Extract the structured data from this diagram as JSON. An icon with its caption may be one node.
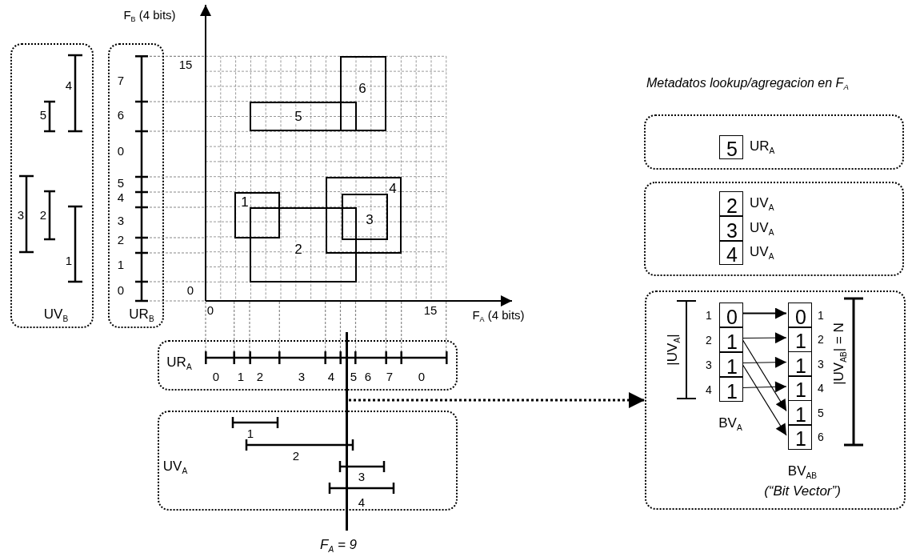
{
  "diagram": {
    "title": "Metadatos lookup/agregacion en F$_{A}$",
    "nodes": [
      {
        "text": [
          "UV$_{B}$"
        ]
      },
      {
        "text": [
          "UR$_{B}$"
        ]
      },
      {
        "text": [
          "6"
        ]
      },
      {
        "text": [
          "5"
        ]
      },
      {
        "text": [
          "4"
        ]
      },
      {
        "text": [
          "1"
        ]
      },
      {
        "text": [
          "3"
        ],
        "in": 4
      },
      {
        "text": [
          "2"
        ]
      },
      {
        "text": [
          "UR$_{A}$"
        ]
      },
      {
        "text": [
          "UV$_{A}$"
        ]
      },
      {
        "text": [],
        "shape": "box"
      },
      {
        "text": [
          "5"
        ],
        "in": 10,
        "beside": [
          "UR$_{A}$"
        ]
      },
      {
        "text": [],
        "shape": "box"
      },
      {
        "text": [
          "2"
        ],
        "in": 12,
        "beside": [
          "UV$_{A}$"
        ]
      },
      {
        "text": [
          "3"
        ],
        "in": 12,
        "beside": [
          "UV$_{A}$"
        ]
      },
      {
        "text": [
          "4"
        ],
        "in": 12,
        "beside": [
          "UV$_{A}$"
        ]
      },
      {
        "text": [],
        "shape": "box"
      },
      {
        "text": [
          "0"
        ],
        "in": 16,
        "beside": [
          "1"
        ]
      },
      {
        "text": [
          "1"
        ],
        "in": 16,
        "beside": [
          "2"
        ]
      },
      {
        "text": [
          "1"
        ],
        "in": 16,
        "beside": [
          "3"
        ]
      },
      {
        "text": [
          "1"
        ],
        "in": 16,
        "beside": [
          "4"
        ]
      },
      {
        "text": [
          "0"
        ],
        "in": 16,
        "beside": [
          "1"
        ]
      },
      {
        "text": [
          "1"
        ],
        "in": 16,
        "beside": [
          "2"
        ]
      },
      {
        "text": [
          "1"
        ],
        "in": 16,
        "beside": [
          "3"
        ]
      },
      {
        "text": [
          "1"
        ],
        "in": 16,
        "beside": [
          "4"
        ]
      },
      {
        "text": [
          "1"
        ],
        "in": 16,
        "beside": [
          "5"
        ]
      },
      {
        "text": [
          "1"
        ],
        "in": 16,
        "beside": [
          "6"
        ]
      },
      {
        "text": [
          "F$_{A}$ = 9"
        ]
      }
    ],
    "edges": [
      {
        "from": 17,
        "to": 21,
        "arrow": "to"
      },
      {
        "from": 18,
        "to": 22,
        "arrow": "to"
      },
      {
        "from": 18,
        "to": 25,
        "arrow": "to"
      },
      {
        "from": 19,
        "to": 23,
        "arrow": "to"
      },
      {
        "from": 19,
        "to": 26,
        "arrow": "to"
      },
      {
        "from": 20,
        "to": 24,
        "arrow": "to"
      },
      {
        "from": 27,
        "to": 16,
        "arrow": "to",
        "style": "dashed"
      }
    ],
    "labels": [
      "F$_{B}$ (4 bits)",
      "15",
      "0",
      "0",
      "15",
      "F$_{A}$ (4 bits)",
      "4",
      "5",
      "3",
      "2",
      "1",
      "7",
      "6",
      "0",
      "5",
      "4",
      "3",
      "2",
      "1",
      "0",
      "0",
      "1",
      "2",
      "3",
      "4",
      "5",
      "6",
      "7",
      "0",
      "1",
      "2",
      "3",
      "4",
      "|UV$_{A}$|",
      "|UV$_{AB}$| = N",
      "BV$_{A}$",
      "BV$_{AB}$",
      "(“Bit Vector”)"
    ]
  }
}
